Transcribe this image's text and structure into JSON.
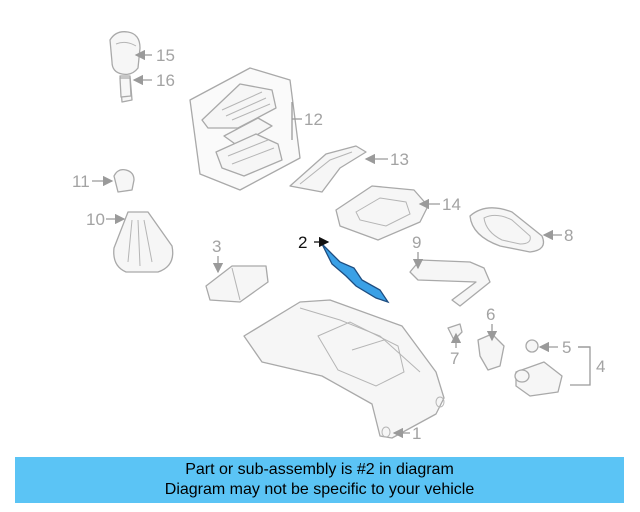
{
  "diagram": {
    "callouts": [
      {
        "id": "1",
        "label": "1"
      },
      {
        "id": "2",
        "label": "2"
      },
      {
        "id": "3",
        "label": "3"
      },
      {
        "id": "4",
        "label": "4"
      },
      {
        "id": "5",
        "label": "5"
      },
      {
        "id": "6",
        "label": "6"
      },
      {
        "id": "7",
        "label": "7"
      },
      {
        "id": "8",
        "label": "8"
      },
      {
        "id": "9",
        "label": "9"
      },
      {
        "id": "10",
        "label": "10"
      },
      {
        "id": "11",
        "label": "11"
      },
      {
        "id": "12",
        "label": "12"
      },
      {
        "id": "13",
        "label": "13"
      },
      {
        "id": "14",
        "label": "14"
      },
      {
        "id": "15",
        "label": "15"
      },
      {
        "id": "16",
        "label": "16"
      }
    ],
    "highlighted_part": "2",
    "colors": {
      "highlight": "#3aa0e6",
      "banner": "#5bc4f5",
      "line_art": "#a9a9a9"
    }
  },
  "banner": {
    "line1": "Part or sub-assembly is #2 in diagram",
    "line2": "Diagram may not be specific to your vehicle"
  }
}
